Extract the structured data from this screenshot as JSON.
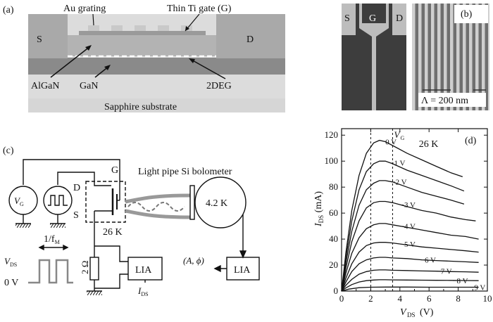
{
  "panel_a": {
    "tag": "(a)",
    "source": "S",
    "drain": "D",
    "grating": "Au grating",
    "gate": "Thin Ti gate (G)",
    "algan": "AlGaN",
    "gan": "GaN",
    "twodeg": "2DEG",
    "substrate": "Sapphire substrate"
  },
  "panel_b": {
    "tag": "(b)",
    "s": "S",
    "g": "G",
    "d": "D",
    "period": "Λ = 200 nm"
  },
  "panel_c": {
    "tag": "(c)",
    "g": "G",
    "d": "D",
    "s": "S",
    "bolometer": "Light pipe Si bolometer",
    "bolo_temp": "4.2 K",
    "dev_temp": "26 K",
    "vg": "V",
    "vg_sub": "G",
    "freq": "1/f",
    "freq_sub": "M",
    "vds": "V",
    "vds_sub": "DS",
    "zero": "0 V",
    "resistor": "2 Ω",
    "lia1": "LIA",
    "lia2": "LIA",
    "ids": "I",
    "ids_sub": "DS",
    "phase": "(A, ϕ)"
  },
  "chart_data": {
    "type": "line",
    "tag": "(d)",
    "annotation": "26 K",
    "legend_title": "V",
    "legend_title_sub": "G",
    "xlabel": "V",
    "xlabel_sub": "DS",
    "xlabel_unit": "(V)",
    "ylabel": "I",
    "ylabel_sub": "DS",
    "ylabel_unit": "(mA)",
    "xlim": [
      0,
      10
    ],
    "ylim": [
      0,
      125
    ],
    "xticks": [
      "0",
      "2",
      "4",
      "6",
      "8",
      "10"
    ],
    "yticks": [
      "0",
      "20",
      "40",
      "60",
      "80",
      "100",
      "120"
    ],
    "vlines": [
      2,
      3.5
    ],
    "series": [
      {
        "name": "0 V",
        "x": [
          0,
          0.3,
          0.7,
          1.2,
          1.7,
          2.2,
          2.6,
          3.0,
          3.5,
          4.5,
          5.5,
          6.5,
          7.5,
          8.3
        ],
        "y": [
          0,
          30,
          62,
          89,
          106,
          114,
          116,
          115,
          112,
          106,
          101,
          96,
          91,
          88
        ]
      },
      {
        "name": "−1 V",
        "x": [
          0,
          0.3,
          0.7,
          1.2,
          1.7,
          2.2,
          2.6,
          3.0,
          3.5,
          4.5,
          5.5,
          6.5,
          7.5,
          8.4
        ],
        "y": [
          0,
          26,
          54,
          78,
          92,
          98,
          100,
          100,
          98,
          93,
          89,
          85,
          81,
          77
        ]
      },
      {
        "name": "−2 V",
        "x": [
          0,
          0.3,
          0.7,
          1.2,
          1.7,
          2.2,
          2.6,
          3.0,
          3.5,
          4.5,
          5.5,
          6.5,
          7.5,
          8.4
        ],
        "y": [
          0,
          22,
          46,
          66,
          78,
          83,
          85,
          85,
          84,
          80,
          76,
          73,
          70,
          67
        ]
      },
      {
        "name": "−3 V",
        "x": [
          0,
          0.3,
          0.7,
          1.2,
          1.7,
          2.2,
          2.6,
          3.0,
          3.5,
          4.5,
          5.5,
          6.5,
          7.5,
          8.5,
          9.2
        ],
        "y": [
          0,
          18,
          38,
          54,
          64,
          68,
          69,
          69,
          68,
          65,
          62,
          60,
          57,
          55,
          54
        ]
      },
      {
        "name": "−4 V",
        "x": [
          0,
          0.3,
          0.7,
          1.2,
          1.7,
          2.2,
          2.6,
          3.0,
          3.5,
          4.5,
          5.5,
          6.5,
          7.5,
          8.5,
          9.4
        ],
        "y": [
          0,
          14,
          29,
          41,
          48,
          51,
          52,
          52,
          51,
          49,
          47,
          45,
          43,
          42,
          40
        ]
      },
      {
        "name": "−5 V",
        "x": [
          0,
          0.3,
          0.7,
          1.2,
          1.7,
          2.2,
          2.6,
          3.0,
          3.5,
          4.5,
          5.5,
          6.5,
          7.5,
          8.5,
          9.4
        ],
        "y": [
          0,
          10,
          21,
          30,
          35,
          37,
          37.5,
          37.5,
          37,
          35.5,
          34,
          33,
          32,
          31,
          30
        ]
      },
      {
        "name": "−6 V",
        "x": [
          0,
          0.3,
          0.7,
          1.2,
          1.7,
          2.2,
          2.6,
          3.0,
          3.5,
          4.5,
          5.5,
          6.5,
          7.5,
          8.5,
          9.4
        ],
        "y": [
          0,
          7,
          15,
          21,
          24,
          25.5,
          26,
          26,
          25.5,
          25,
          24,
          23.5,
          23,
          22.5,
          22
        ]
      },
      {
        "name": "−7 V",
        "x": [
          0,
          0.3,
          0.7,
          1.2,
          1.7,
          2.2,
          2.6,
          3.0,
          3.5,
          4.5,
          5.5,
          6.5,
          7.5,
          8.5,
          9.4
        ],
        "y": [
          0,
          4.5,
          9,
          13,
          15,
          16,
          16.3,
          16.3,
          16,
          15.8,
          15.5,
          15.3,
          15,
          14.8,
          14.5
        ]
      },
      {
        "name": "−8 V",
        "x": [
          0,
          0.3,
          0.7,
          1.2,
          1.7,
          2.2,
          2.6,
          3.0,
          3.5,
          4.5,
          5.5,
          6.5,
          7.5,
          8.5,
          9.4
        ],
        "y": [
          0,
          2.5,
          5,
          7,
          8,
          8.5,
          8.7,
          8.7,
          8.6,
          8.5,
          8.4,
          8.3,
          8.2,
          8.1,
          8
        ]
      },
      {
        "name": "−9 V",
        "x": [
          0,
          0.5,
          1.2,
          2.0,
          3.0,
          4.5,
          6,
          7.5,
          9.4
        ],
        "y": [
          0,
          1.5,
          2.6,
          3,
          3.1,
          3.1,
          3,
          3,
          3
        ]
      }
    ]
  }
}
